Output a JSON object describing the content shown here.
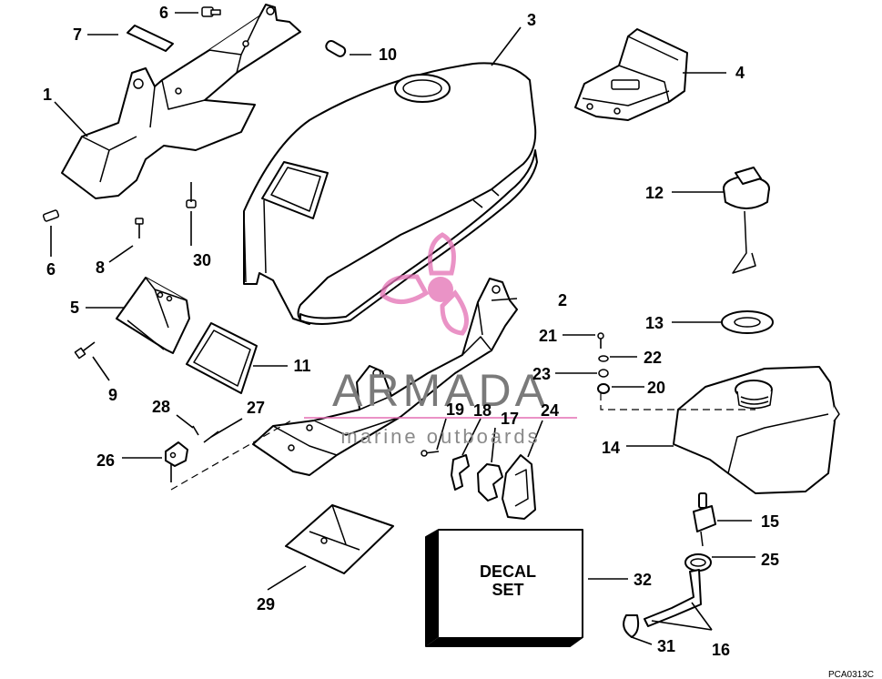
{
  "callouts": {
    "c1": "1",
    "c2": "2",
    "c3": "3",
    "c4": "4",
    "c5": "5",
    "c6a": "6",
    "c6b": "6",
    "c7": "7",
    "c8": "8",
    "c9": "9",
    "c10": "10",
    "c11": "11",
    "c12": "12",
    "c13": "13",
    "c14": "14",
    "c15": "15",
    "c16": "16",
    "c17": "17",
    "c18": "18",
    "c19": "19",
    "c20": "20",
    "c21": "21",
    "c22": "22",
    "c23": "23",
    "c24": "24",
    "c25": "25",
    "c26": "26",
    "c27": "27",
    "c28": "28",
    "c29": "29",
    "c30": "30",
    "c31": "31",
    "c32": "32"
  },
  "decal": {
    "line1": "DECAL",
    "line2": "SET"
  },
  "watermark": {
    "brand": "ARMADA",
    "tagline": "marine outboards",
    "logo_color": "#e46fb4"
  },
  "drawing_code": "PCA0313C"
}
